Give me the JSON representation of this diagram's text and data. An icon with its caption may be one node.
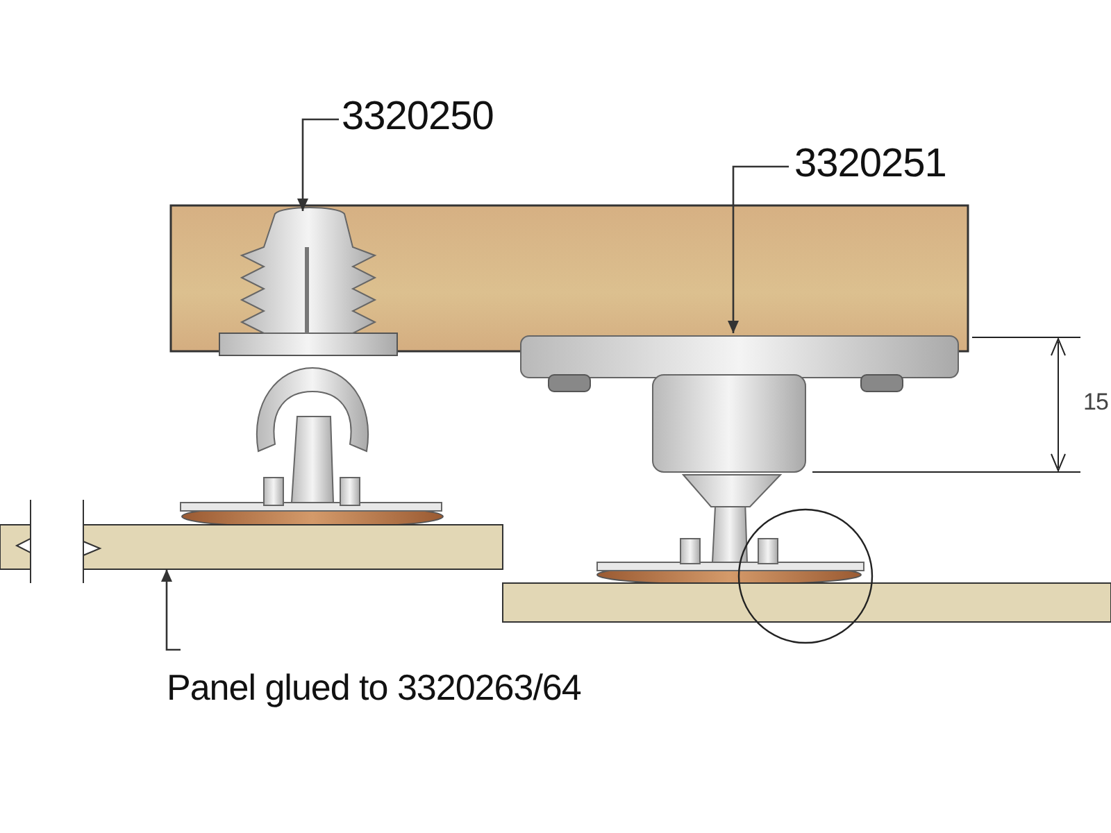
{
  "diagram": {
    "nodes": [
      {
        "text": [
          "3320250"
        ]
      },
      {
        "text": [],
        "shape": "picture"
      },
      {
        "text": [
          "3320251"
        ]
      },
      {
        "text": [],
        "shape": "picture"
      },
      {
        "text": [
          "Panel glued to 3320263/64"
        ]
      },
      {
        "text": [],
        "shape": "box"
      },
      {
        "text": [],
        "shape": "circle"
      }
    ],
    "edges": [
      {
        "from": 0,
        "to": 1,
        "arrow": "to"
      },
      {
        "from": 2,
        "to": 3,
        "arrow": "to"
      },
      {
        "from": 4,
        "to": 5,
        "arrow": "to"
      }
    ],
    "labels": [
      "15"
    ]
  }
}
